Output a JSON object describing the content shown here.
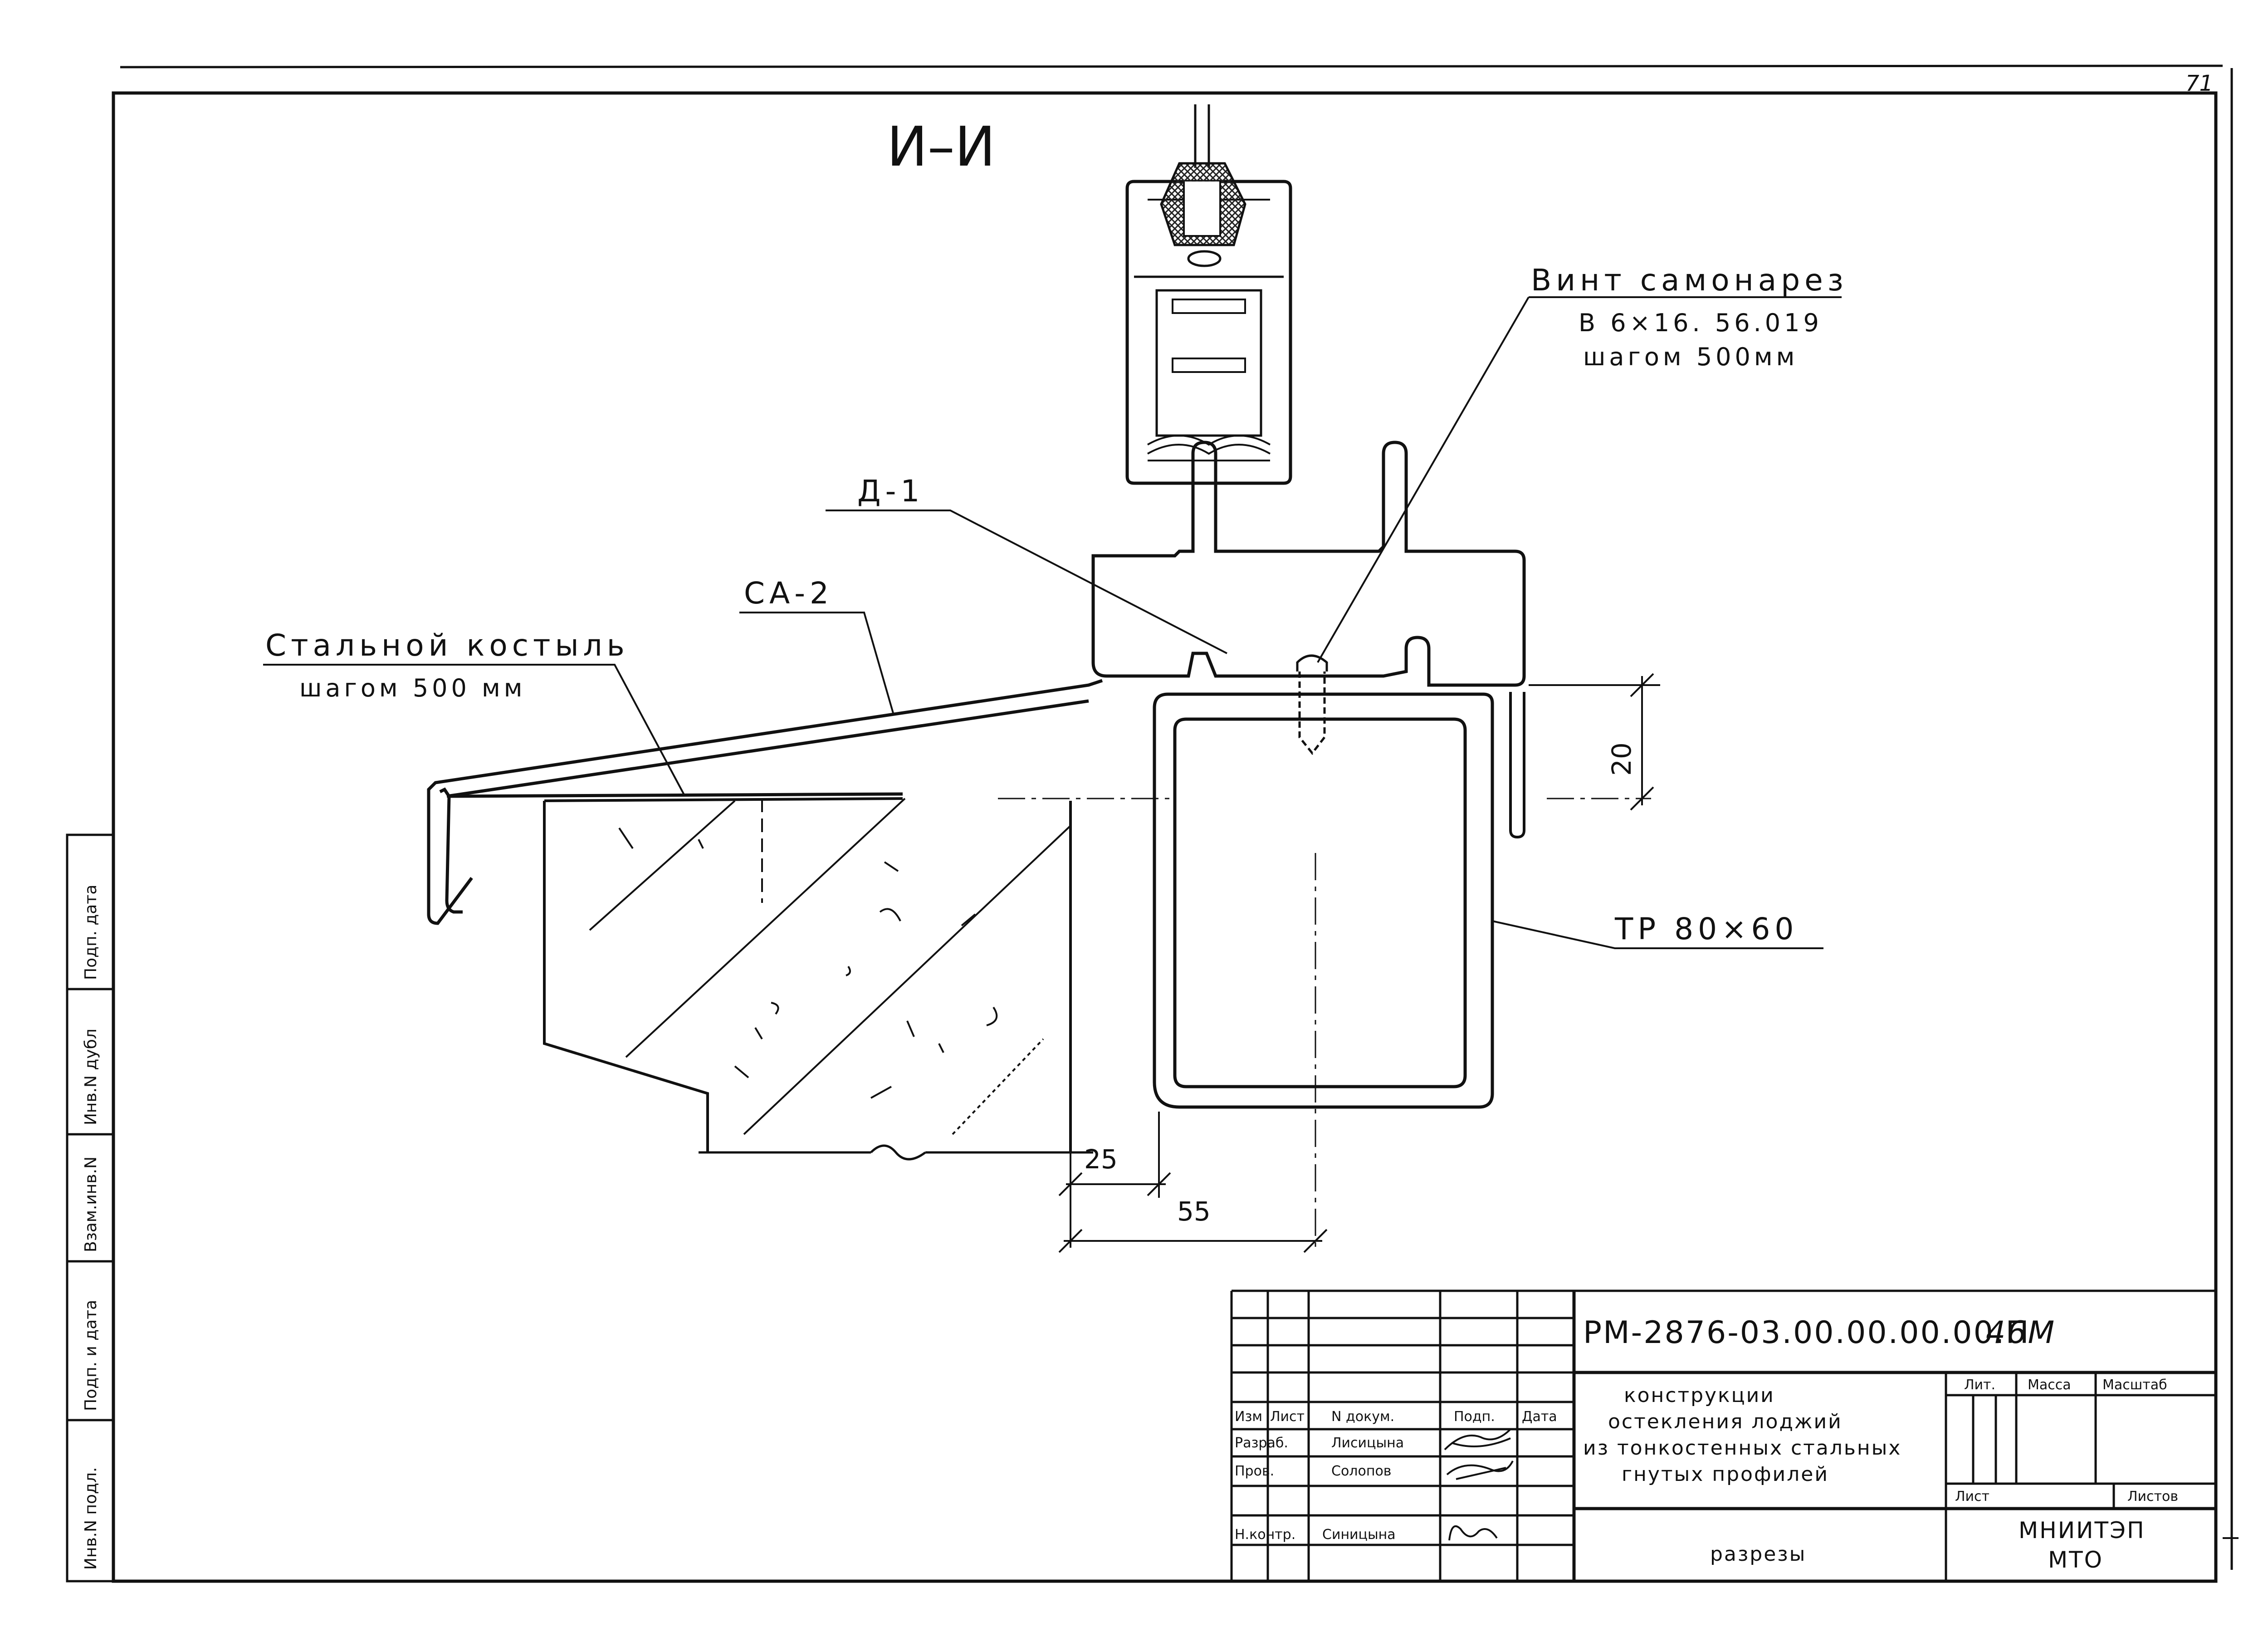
{
  "page_number": "71",
  "section_title": "И–И",
  "labels": {
    "screw_line1": "Винт самонарез",
    "screw_line2": "В 6×16. 56.019",
    "screw_line3": "шагом 500мм",
    "d1": "Д-1",
    "sa2": "СА-2",
    "crutch_line1": "Стальной костыль",
    "crutch_line2": "шагом 500 мм",
    "tube": "ТР 80×60"
  },
  "dimensions": {
    "d20": "20",
    "d25": "25",
    "d55": "55"
  },
  "title_block": {
    "doc_code": "РМ-2876-03.00.00.00.00.П",
    "doc_code_suffix": "46М",
    "description_line1": "конструкции",
    "description_line2": "остекления лоджий",
    "description_line3": "из тонкостенных стальных",
    "description_line4": "гнутых профилей",
    "sheet_title": "разрезы",
    "org_line1": "МНИИТЭП",
    "org_line2": "МТО",
    "col_lit": "Лит.",
    "col_mass": "Масса",
    "col_scale": "Масштаб",
    "col_sheet": "Лист",
    "col_sheets": "Листов",
    "hdr_izm": "Изм",
    "hdr_list": "Лист",
    "hdr_ndoc": "N докум.",
    "hdr_sign": "Подп.",
    "hdr_date": "Дата",
    "role_dev": "Разраб.",
    "role_check": "Пров.",
    "role_norm": "Н.контр.",
    "name_dev": "Лисицына",
    "name_check": "Солопов",
    "name_norm": "Синицына"
  },
  "side_stamp": {
    "inv_podl": "Инв.N подл.",
    "podp_data_1": "Подп. и дата",
    "vzam_inv": "Взам.инв.N",
    "inv_dubl": "Инв.N дубл",
    "podp_data_2": "Подп. дата"
  }
}
